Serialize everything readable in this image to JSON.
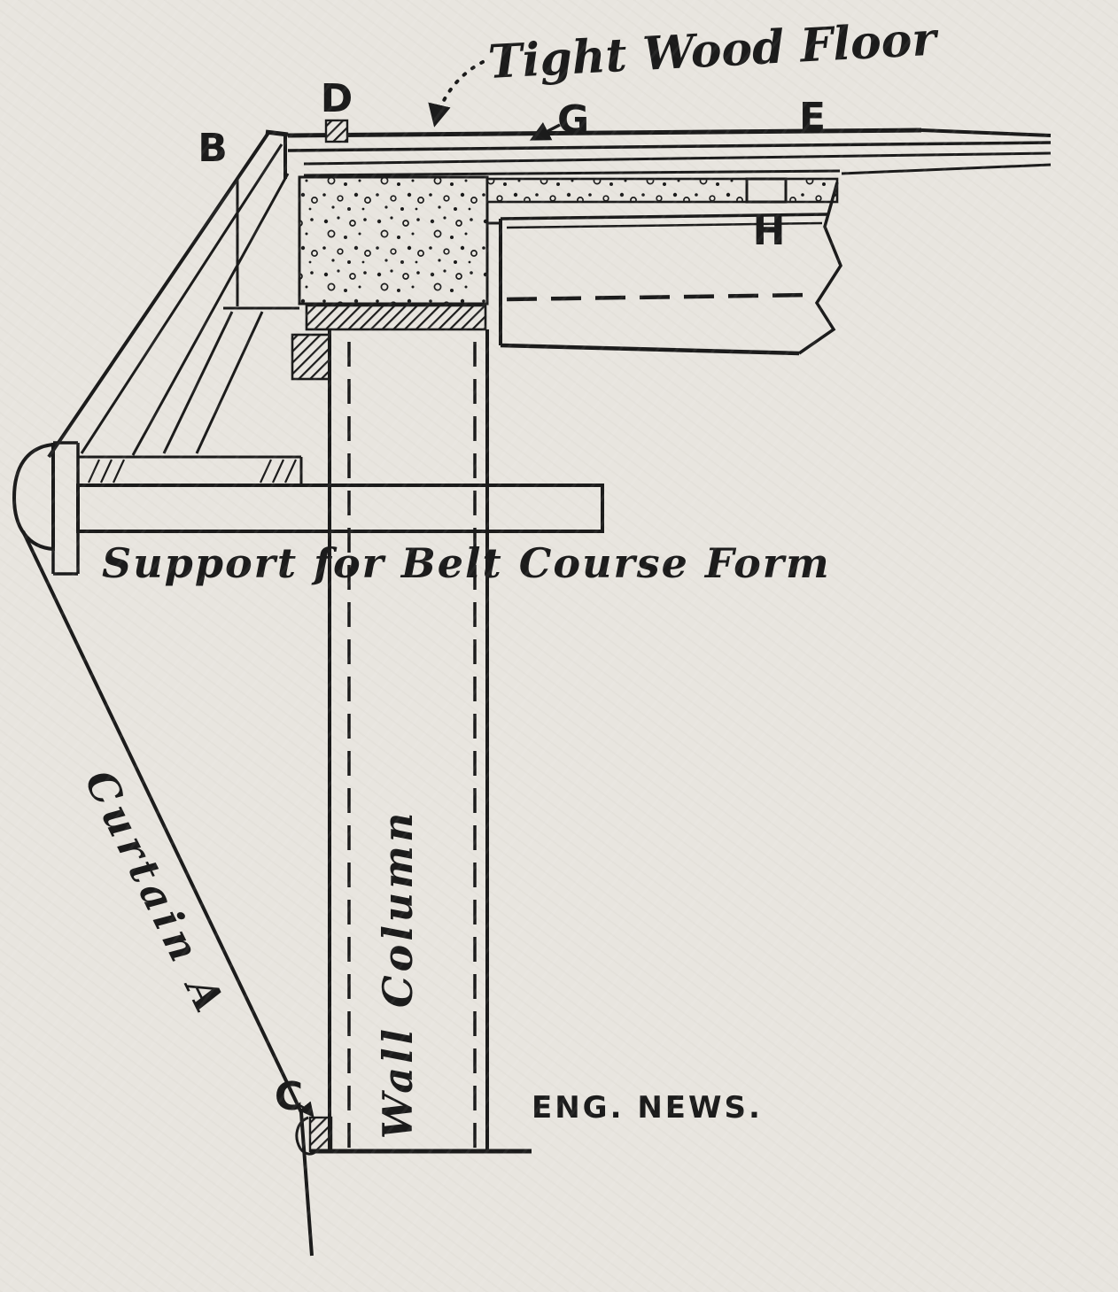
{
  "diagram": {
    "type": "engineering-construction-section-drawing",
    "labels": {
      "tight_wood_floor": "Tight Wood Floor",
      "support_belt_course": "Support for Belt Course Form",
      "wall_column": "Wall Column",
      "curtain_a": "Curtain A",
      "credit": "ENG. NEWS.",
      "point_b": "B",
      "point_c": "C",
      "point_d": "D",
      "point_e": "E",
      "point_g": "G",
      "point_h": "H"
    },
    "colors": {
      "ink": "#1b1b1b",
      "paper": "#e8e5df"
    },
    "materials": {
      "stippled_fill": "concrete",
      "diagonal_hatch_fill": "wood-blocking"
    }
  }
}
